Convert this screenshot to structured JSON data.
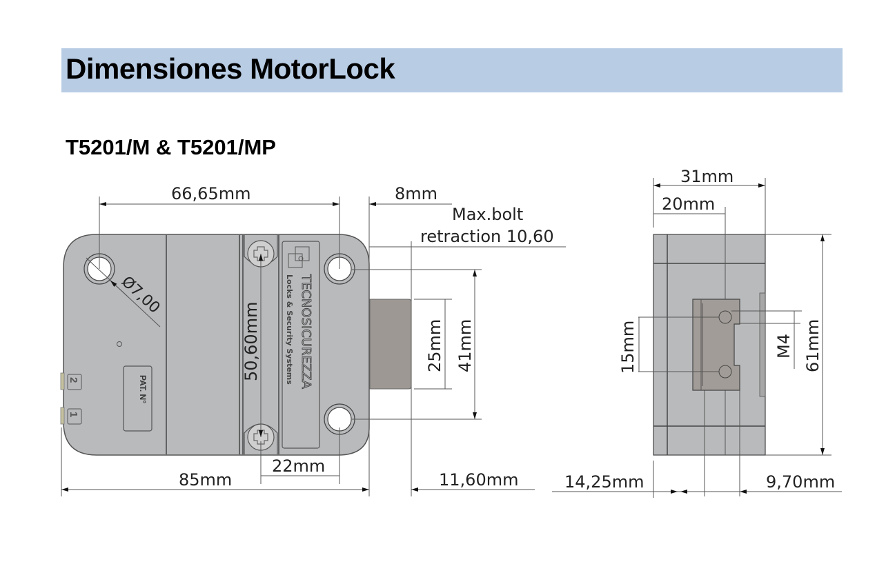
{
  "header": {
    "title": "Dimensiones MotorLock",
    "banner_color": "#b8cce4"
  },
  "subtitle": "T5201/M & T5201/MP",
  "front_view": {
    "dimensions": {
      "hole_spacing_horizontal": "66,65mm",
      "bolt_offset": "8mm",
      "max_bolt_retraction_line1": "Max.bolt",
      "max_bolt_retraction_line2": "retraction 10,60",
      "hole_diameter": "Ø7,00",
      "screw_spacing_vertical": "50,60mm",
      "bolt_height": "25mm",
      "hole_spacing_vertical": "41mm",
      "screw_offset": "22mm",
      "body_width": "85mm",
      "bolt_extension": "11,60mm"
    },
    "labels": {
      "brand": "TECNOSICUREZZA",
      "brand_tagline": "Locks & Security Systems",
      "patent_label": "PAT. N°",
      "connector_1": "1",
      "connector_2": "2"
    }
  },
  "side_view": {
    "dimensions": {
      "depth_total": "31mm",
      "depth_to_screw": "20mm",
      "screw_spacing": "15mm",
      "thread": "M4",
      "height": "61mm",
      "offset_left": "14,25mm",
      "offset_right": "9,70mm"
    }
  },
  "colors": {
    "body_gray": "#b9babc",
    "bolt_gray": "#9d9893",
    "line": "#555555"
  }
}
